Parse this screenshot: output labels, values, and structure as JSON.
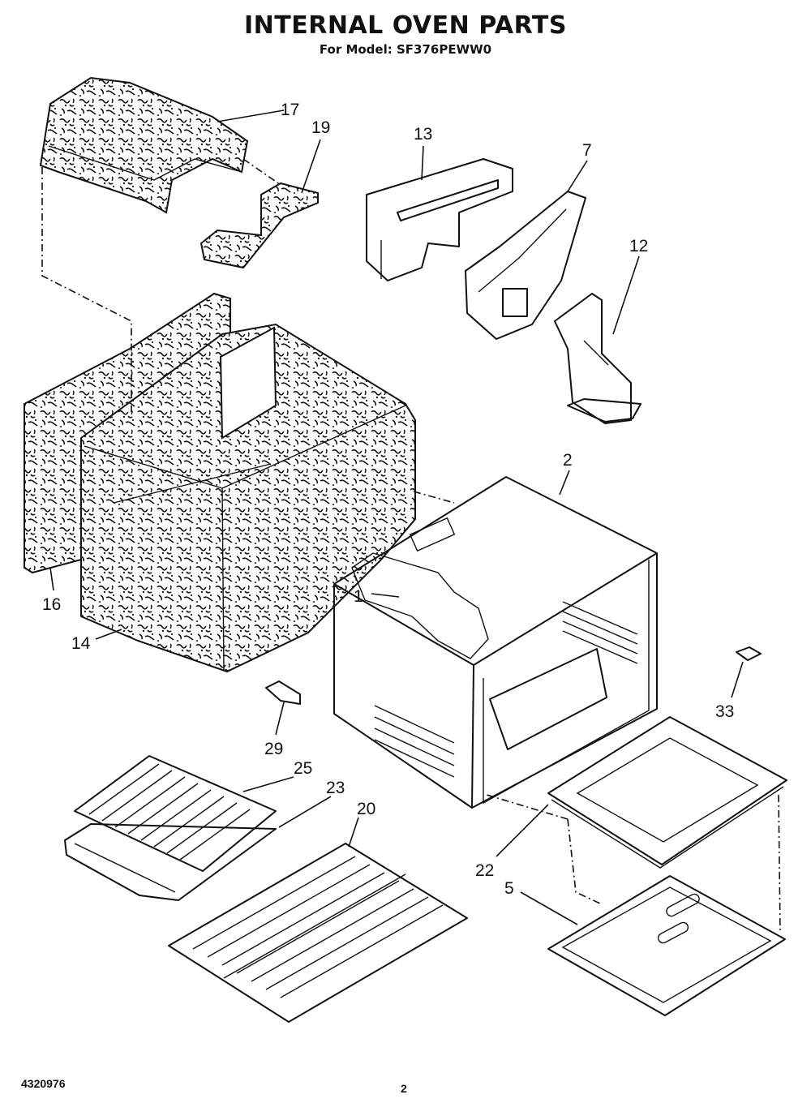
{
  "header": {
    "title": "INTERNAL OVEN PARTS",
    "model_line": "For Model: SF376PEWW0"
  },
  "footer": {
    "part_number": "4320976",
    "page": "2"
  },
  "callouts": {
    "c1": "1",
    "c2": "2",
    "c5": "5",
    "c7": "7",
    "c12": "12",
    "c13": "13",
    "c14": "14",
    "c16": "16",
    "c17": "17",
    "c19": "19",
    "c20": "20",
    "c22": "22",
    "c23": "23",
    "c25": "25",
    "c29": "29",
    "c33": "33"
  }
}
